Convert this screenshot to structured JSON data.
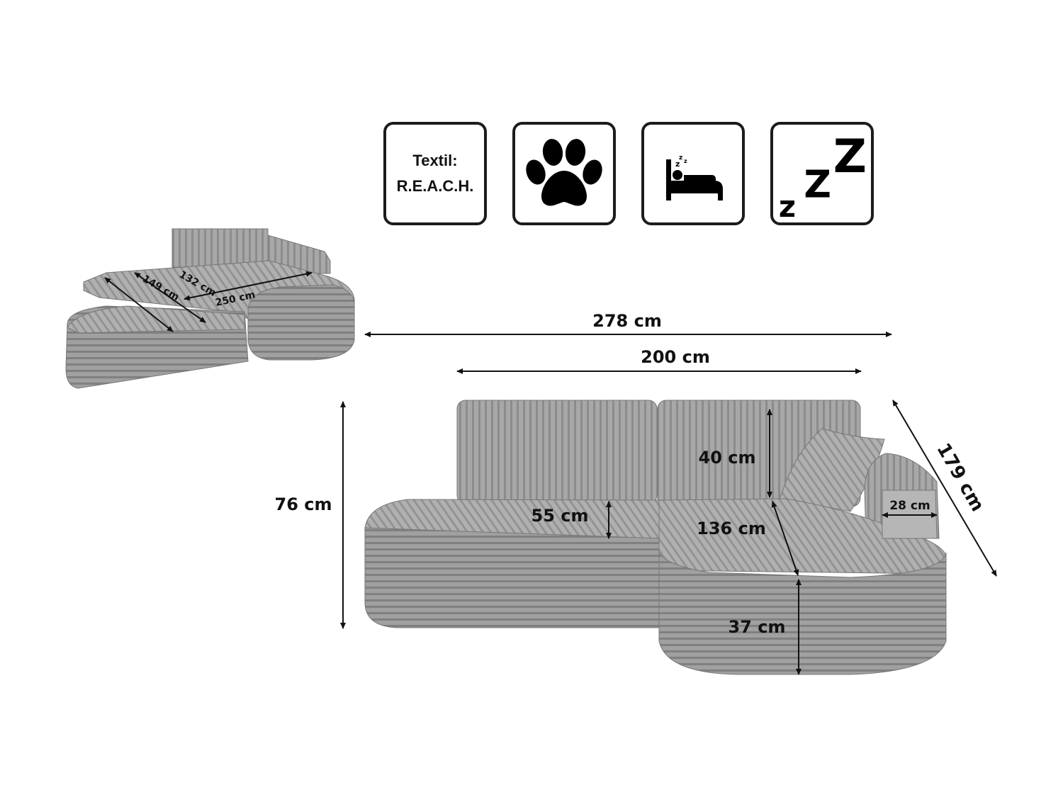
{
  "icons": {
    "textile": {
      "line1": "Textil:",
      "line2": "R.E.A.C.H."
    },
    "paw": "paw-icon",
    "sleep_function": "sleeping-bed-icon",
    "zzz": {
      "small": "z",
      "medium": "Z",
      "large": "Z"
    }
  },
  "bed_view": {
    "length": "250 cm",
    "width_a": "132 cm",
    "width_b": "149 cm"
  },
  "dimensions": {
    "total_width": "278 cm",
    "seat_width": "200 cm",
    "height": "76 cm",
    "backrest_height": "40 cm",
    "seat_height_left": "55 cm",
    "chaise_depth": "136 cm",
    "chaise_height": "37 cm",
    "armrest_width": "28 cm",
    "total_depth": "179 cm"
  },
  "colors": {
    "fabric": "#9b9b9b",
    "fabric_dark": "#7a7a7a",
    "ink": "#111111"
  }
}
